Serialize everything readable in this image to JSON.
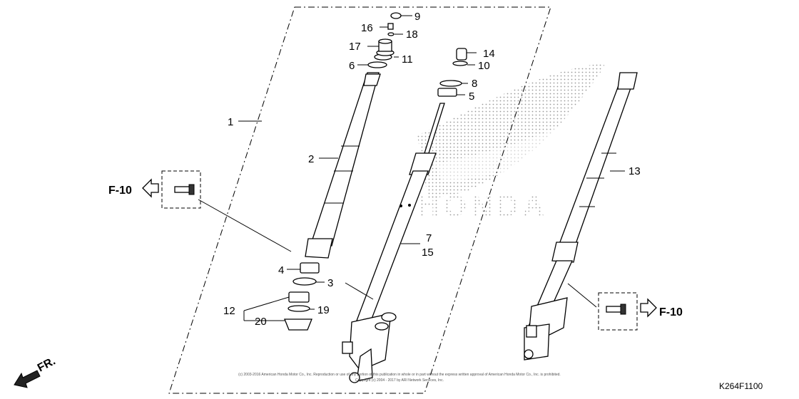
{
  "diagram": {
    "code": "K264F1100",
    "copyright_lines": [
      "(c) 2003-2016 American Honda Motor Co., Inc. Reproduction or use of any portion of this publication in whole or in part without the express written approval of American Honda Motor Co., Inc. is prohibited.",
      "Copyright (c) 2004 - 2017 by ARI Network Services, Inc."
    ],
    "watermark": "HONDA",
    "front_indicator": "FR.",
    "refs": {
      "left": "F-10",
      "right": "F-10"
    },
    "callouts": [
      "1",
      "2",
      "3",
      "4",
      "5",
      "6",
      "7",
      "8",
      "9",
      "10",
      "11",
      "12",
      "13",
      "14",
      "15",
      "16",
      "17",
      "18",
      "19",
      "20"
    ]
  }
}
